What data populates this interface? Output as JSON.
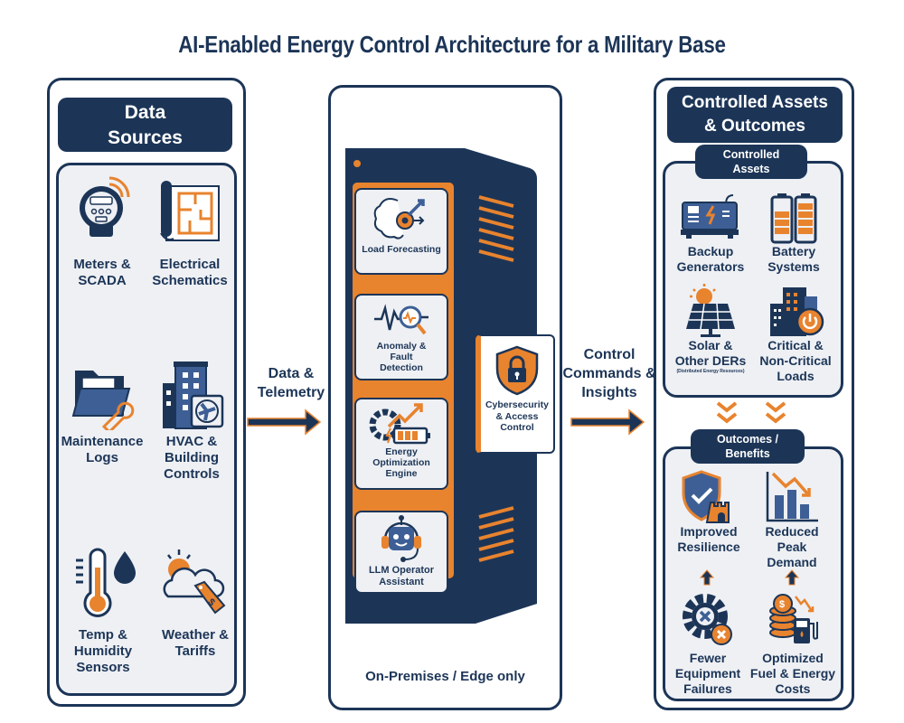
{
  "title": "AI-Enabled Energy Control Architecture for a Military Base",
  "colors": {
    "navy": "#1c3557",
    "orange": "#e8832e",
    "light_panel": "#eef0f4"
  },
  "data_sources": {
    "header": "Data Sources",
    "items": [
      {
        "icon": "meter-icon",
        "label": "Meters & SCADA"
      },
      {
        "icon": "blueprint-icon",
        "label": "Electrical Schematics"
      },
      {
        "icon": "folder-wrench-icon",
        "label": "Maintenance Logs"
      },
      {
        "icon": "building-fan-icon",
        "label": "HVAC & Building Controls"
      },
      {
        "icon": "thermometer-drop-icon",
        "label": "Temp & Humidity Sensors"
      },
      {
        "icon": "weather-tag-icon",
        "label": "Weather & Tariffs"
      }
    ]
  },
  "arrow_in": {
    "label": "Data & Telemetry"
  },
  "server": {
    "modules": [
      {
        "icon": "brain-gear-icon",
        "label": "Load Forecasting"
      },
      {
        "icon": "pulse-magnifier-icon",
        "label": "Anomaly & Fault Detection"
      },
      {
        "icon": "gear-chart-battery-icon",
        "label": "Energy Optimization Engine"
      },
      {
        "icon": "robot-headset-icon",
        "label": "LLM Operator Assistant"
      }
    ],
    "security": {
      "icon": "shield-lock-icon",
      "label": "Cybersecurity & Access Control"
    },
    "footer": "On-Premises / Edge only"
  },
  "arrow_out": {
    "label": "Control Commands & Insights"
  },
  "outputs": {
    "header": "Controlled Assets & Outcomes",
    "assets": {
      "header": "Controlled Assets",
      "items": [
        {
          "icon": "generator-icon",
          "label": "Backup Generators"
        },
        {
          "icon": "battery-icon",
          "label": "Battery Systems"
        },
        {
          "icon": "solar-panel-icon",
          "label": "Solar & Other DERs",
          "sublabel": "(Distributed Energy Resources)"
        },
        {
          "icon": "building-power-icon",
          "label": "Critical & Non-Critical Loads"
        }
      ]
    },
    "outcomes": {
      "header": "Outcomes / Benefits",
      "items": [
        {
          "icon": "shield-castle-icon",
          "label": "Improved Resilience"
        },
        {
          "icon": "bar-chart-down-icon",
          "label": "Reduced Peak Demand"
        },
        {
          "icon": "gear-x-icon",
          "label": "Fewer Equipment Failures"
        },
        {
          "icon": "coins-fuel-icon",
          "label": "Optimized Fuel & Energy Costs"
        }
      ]
    }
  }
}
